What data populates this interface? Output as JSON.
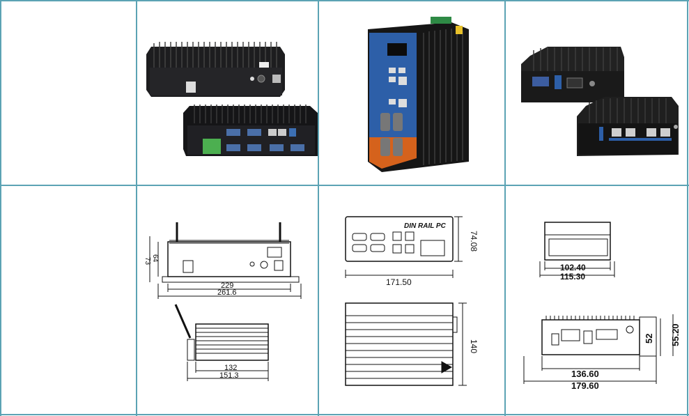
{
  "colors": {
    "grid": "#5ba3b4",
    "device": "#1d1d1f",
    "accent_blue": "#2d5fa8",
    "accent_orange": "#d5621c",
    "terminal_green": "#4caf50"
  },
  "rows": [
    {
      "name": "photos",
      "label": ""
    },
    {
      "name": "dimensions",
      "label": ""
    }
  ],
  "models": [
    {
      "photo": "fanless-box-pc-photo",
      "dims": {
        "h_outer": "73",
        "h_inner": "64",
        "w_inner": "229",
        "w_outer": "261.6",
        "d_inner": "132",
        "d_outer": "151.3"
      }
    },
    {
      "photo": "din-rail-pc-photo",
      "dims": {
        "front_label": "DIN RAIL PC",
        "height": "74.08",
        "width": "171.50",
        "depth": "140"
      }
    },
    {
      "photo": "mini-pc-photo",
      "dims": {
        "top_w1": "102.40",
        "top_w2": "115.30",
        "h1": "52",
        "h2": "55.20",
        "w1": "136.60",
        "w2": "179.60"
      }
    }
  ]
}
